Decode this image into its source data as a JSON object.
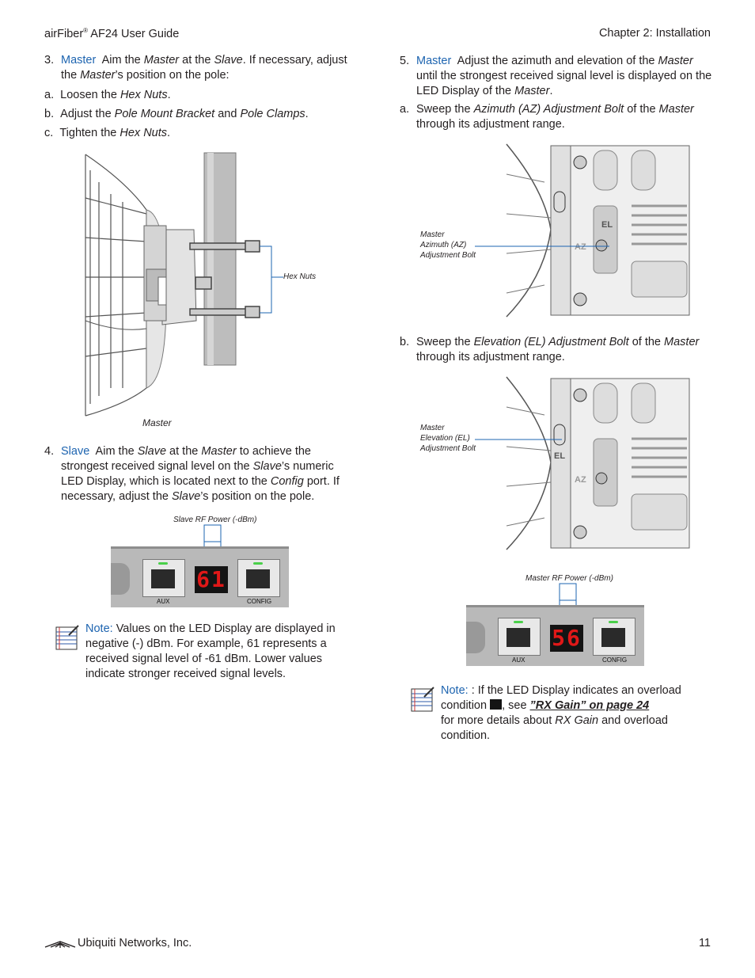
{
  "header": {
    "guide_title_a": "airFiber",
    "guide_title_sup": "®",
    "guide_title_b": " AF24 User Guide",
    "chapter": "Chapter 2: Installation"
  },
  "left": {
    "step3": {
      "num": "3.",
      "title": "Master",
      "t1": "Aim the ",
      "i1": "Master",
      "t2": " at the ",
      "i2": "Slave",
      "t3": ". If necessary, adjust the ",
      "i3": "Master",
      "t4": "’s position on the pole:"
    },
    "sub_a": {
      "letter": "a.",
      "t1": "Loosen the ",
      "i1": "Hex Nuts",
      "t2": "."
    },
    "sub_b": {
      "letter": "b.",
      "t1": "Adjust the ",
      "i1": "Pole Mount Bracket",
      "t2": " and ",
      "i2": "Pole Clamps",
      "t3": "."
    },
    "sub_c": {
      "letter": "c.",
      "t1": "Tighten the ",
      "i1": "Hex Nuts",
      "t2": "."
    },
    "fig1": {
      "label_hex": "Hex Nuts",
      "label_master": "Master"
    },
    "step4": {
      "num": "4.",
      "title": "Slave",
      "t1": "Aim the ",
      "i1": "Slave",
      "t2": " at the ",
      "i2": "Master",
      "t3": " to achieve the strongest received signal level on the ",
      "i3": "Slave",
      "t4": "’s numeric LED Display, which is located next to the ",
      "i4": "Config",
      "t5": " port. If necessary, adjust the ",
      "i5": "Slave",
      "t6": "’s position on the pole."
    },
    "fig2": {
      "caption": "Slave RF Power (-dBm)",
      "display": "61",
      "port_aux": "AUX",
      "port_config": "CONFIG"
    },
    "note": {
      "label": "Note:",
      "text": " Values on the LED Display are displayed in negative (-) dBm. For example, 61 represents a received signal level of -61 dBm. Lower values indicate stronger received signal levels."
    }
  },
  "right": {
    "step5": {
      "num": "5.",
      "title": "Master",
      "t1": "Adjust the azimuth and elevation of the ",
      "i1": "Master",
      "t2": " until the strongest received signal level is displayed on the LED Display of the ",
      "i2": "Master",
      "t3": "."
    },
    "sub_a": {
      "letter": "a.",
      "t1": "Sweep the ",
      "i1": "Azimuth (AZ) Adjustment Bolt",
      "t2": " of the ",
      "i2": "Master",
      "t3": " through its adjustment range."
    },
    "fig3": {
      "label_l1": "Master",
      "label_l2": "Azimuth (AZ)",
      "label_l3": "Adjustment Bolt",
      "mark_el": "EL",
      "mark_az": "AZ"
    },
    "sub_b": {
      "letter": "b.",
      "t1": "Sweep the ",
      "i1": "Elevation (EL) Adjustment Bolt",
      "t2": " of the ",
      "i2": "Master",
      "t3": " through its adjustment range."
    },
    "fig4": {
      "label_l1": "Master",
      "label_l2": "Elevation (EL)",
      "label_l3": "Adjustment Bolt",
      "mark_el": "EL",
      "mark_az": "AZ"
    },
    "fig5": {
      "caption": "Master RF Power (-dBm)",
      "display": "56",
      "port_aux": "AUX",
      "port_config": "CONFIG"
    },
    "note": {
      "label": "Note:",
      "t1": " : If the LED Display indicates an overload condition ",
      "t2": ", see ",
      "link": "”RX Gain” on page 24",
      "t3": " for more details about ",
      "i1": "RX Gain",
      "t4": " and overload condition."
    }
  },
  "footer": {
    "company": "Ubiquiti Networks, Inc.",
    "page": "11"
  }
}
